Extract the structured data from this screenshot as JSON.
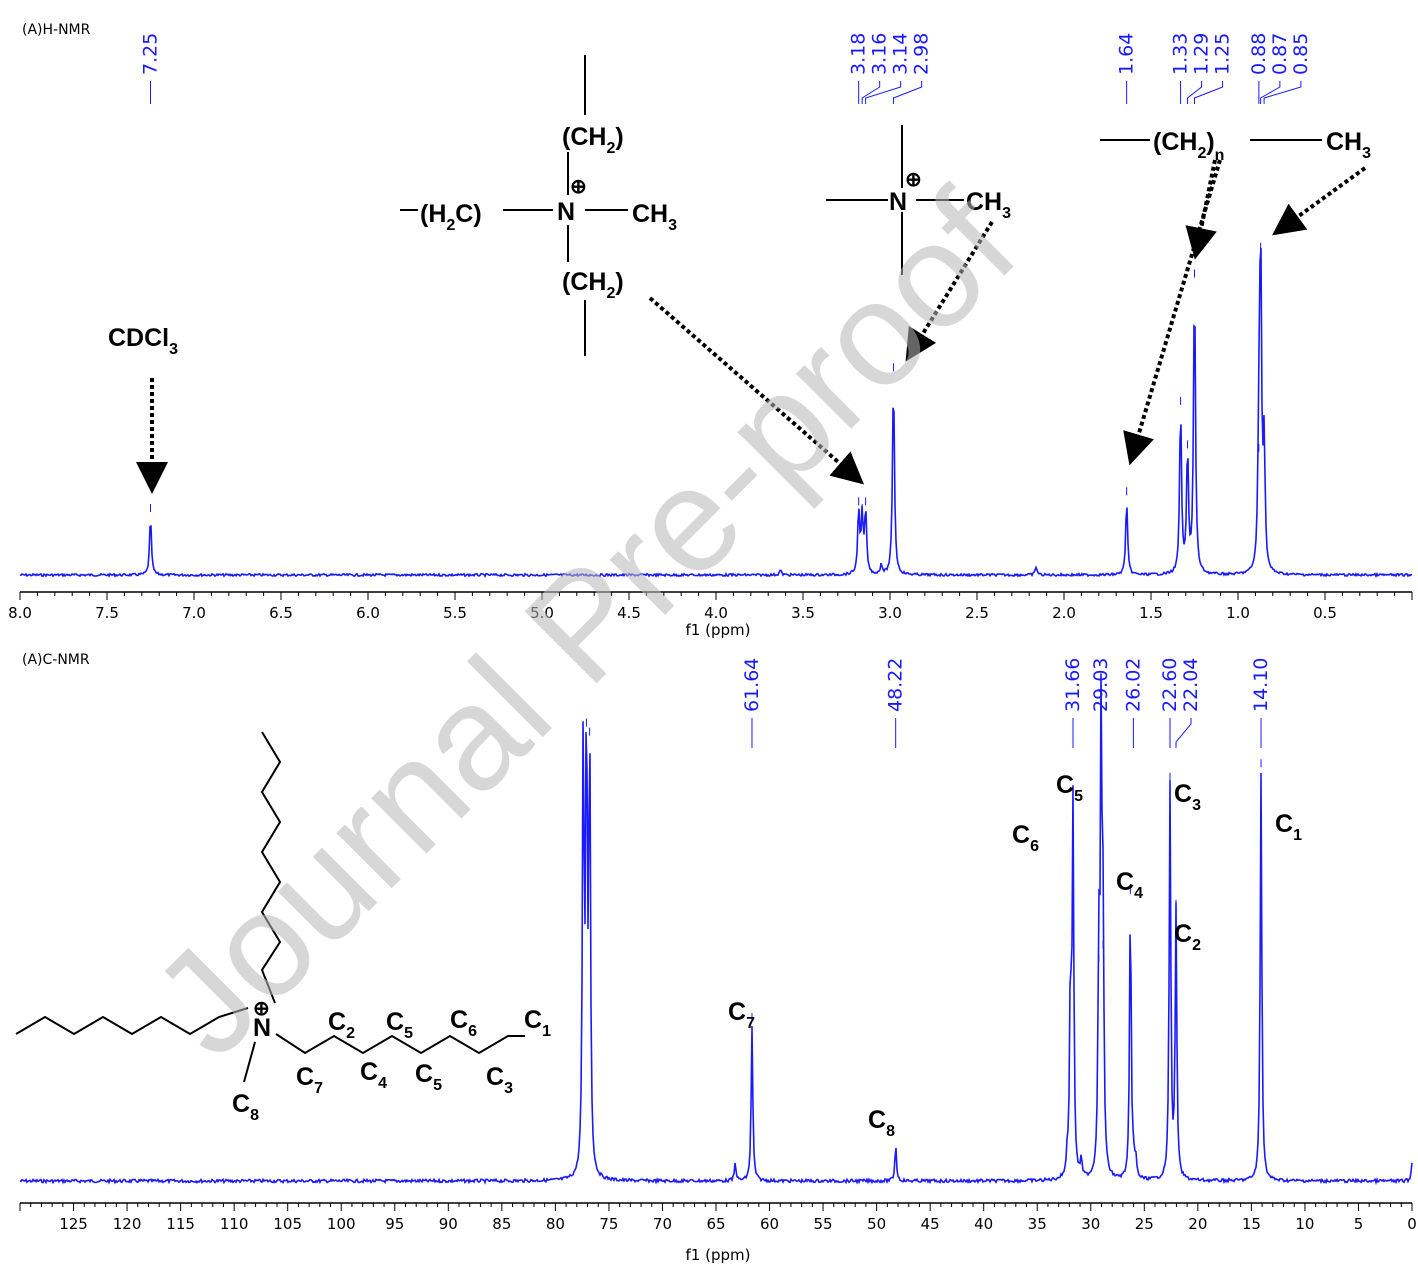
{
  "chart_data": [
    {
      "type": "line",
      "panel_label": "(A)H-NMR",
      "xlabel": "f1 (ppm)",
      "x_reversed": true,
      "xlim": [
        8.0,
        0.0
      ],
      "x_ticks": [
        "8.0",
        "7.5",
        "7.0",
        "6.5",
        "6.0",
        "5.5",
        "5.0",
        "4.5",
        "4.0",
        "3.5",
        "3.0",
        "2.5",
        "2.0",
        "1.5",
        "1.0",
        "0.5"
      ],
      "peaks": [
        {
          "x": 7.25,
          "height": 0.17
        },
        {
          "x": 3.63,
          "height": 0.015
        },
        {
          "x": 3.18,
          "height": 0.19
        },
        {
          "x": 3.16,
          "height": 0.17
        },
        {
          "x": 3.14,
          "height": 0.19
        },
        {
          "x": 3.05,
          "height": 0.03
        },
        {
          "x": 2.98,
          "height": 0.59
        },
        {
          "x": 2.16,
          "height": 0.025
        },
        {
          "x": 1.64,
          "height": 0.22
        },
        {
          "x": 1.33,
          "height": 0.49
        },
        {
          "x": 1.29,
          "height": 0.36
        },
        {
          "x": 1.25,
          "height": 0.87
        },
        {
          "x": 0.88,
          "height": 0.35
        },
        {
          "x": 0.87,
          "height": 0.95
        },
        {
          "x": 0.85,
          "height": 0.37
        }
      ],
      "peak_labels": [
        {
          "text": "7.25",
          "x": 7.25
        },
        {
          "text": "3.18",
          "x": 3.18
        },
        {
          "text": "3.16",
          "x": 3.16
        },
        {
          "text": "3.14",
          "x": 3.14
        },
        {
          "text": "2.98",
          "x": 2.98
        },
        {
          "text": "1.64",
          "x": 1.64
        },
        {
          "text": "1.33",
          "x": 1.33
        },
        {
          "text": "1.29",
          "x": 1.29
        },
        {
          "text": "1.25",
          "x": 1.25
        },
        {
          "text": "0.88",
          "x": 0.88
        },
        {
          "text": "0.87",
          "x": 0.87
        },
        {
          "text": "0.85",
          "x": 0.85
        }
      ],
      "annotations": {
        "solvent": "CDCl",
        "solvent_sub": "3",
        "struct1": {
          "ch2": "(CH",
          "sub2": "2",
          "close": ")",
          "h2c_open": "(H",
          "h2c_sub": "2",
          "h2c_close": "C)",
          "n": "N",
          "ch3": "CH",
          "sub3": "3",
          "plus": "⊕"
        },
        "struct2": {
          "n": "N",
          "ch3": "CH",
          "sub3": "3",
          "plus": "⊕"
        },
        "chain": {
          "ch2": "(CH",
          "sub2": "2",
          "close": ")",
          "subn": "n",
          "ch3": "CH",
          "sub3": "3"
        }
      }
    },
    {
      "type": "line",
      "panel_label": "(A)C-NMR",
      "xlabel": "f1 (ppm)",
      "x_reversed": true,
      "xlim": [
        130,
        0
      ],
      "x_ticks": [
        "125",
        "120",
        "115",
        "110",
        "105",
        "100",
        "95",
        "90",
        "85",
        "80",
        "75",
        "70",
        "65",
        "60",
        "55",
        "50",
        "45",
        "40",
        "35",
        "30",
        "25",
        "20",
        "15",
        "10",
        "5",
        "0"
      ],
      "peaks": [
        {
          "x": 77.4,
          "height": 0.97
        },
        {
          "x": 77.1,
          "height": 0.99
        },
        {
          "x": 76.8,
          "height": 0.97
        },
        {
          "x": 63.2,
          "height": 0.04
        },
        {
          "x": 61.64,
          "height": 0.34
        },
        {
          "x": 48.22,
          "height": 0.08
        },
        {
          "x": 32.2,
          "height": 0.04
        },
        {
          "x": 31.9,
          "height": 0.42
        },
        {
          "x": 31.66,
          "height": 0.82
        },
        {
          "x": 30.9,
          "height": 0.04
        },
        {
          "x": 29.25,
          "height": 0.47
        },
        {
          "x": 29.03,
          "height": 0.98
        },
        {
          "x": 28.85,
          "height": 0.5
        },
        {
          "x": 26.3,
          "height": 0.62
        },
        {
          "x": 26.02,
          "height": 0.04
        },
        {
          "x": 25.8,
          "height": 0.04
        },
        {
          "x": 22.6,
          "height": 0.87
        },
        {
          "x": 22.04,
          "height": 0.59
        },
        {
          "x": 14.1,
          "height": 0.9
        },
        {
          "x": 0.0,
          "height": 0.04
        }
      ],
      "peak_labels": [
        {
          "text": "61.64",
          "x": 61.64
        },
        {
          "text": "48.22",
          "x": 48.22
        },
        {
          "text": "31.66",
          "x": 31.66
        },
        {
          "text": "29.03",
          "x": 29.03
        },
        {
          "text": "26.02",
          "x": 26.02
        },
        {
          "text": "22.60",
          "x": 22.6
        },
        {
          "text": "22.04",
          "x": 22.04
        },
        {
          "text": "14.10",
          "x": 14.1
        }
      ],
      "carbon_labels": [
        {
          "c": "C",
          "n": "7"
        },
        {
          "c": "C",
          "n": "8"
        },
        {
          "c": "C",
          "n": "6"
        },
        {
          "c": "C",
          "n": "5"
        },
        {
          "c": "C",
          "n": "4"
        },
        {
          "c": "C",
          "n": "3"
        },
        {
          "c": "C",
          "n": "2"
        },
        {
          "c": "C",
          "n": "1"
        }
      ],
      "structure_labels": [
        {
          "c": "C",
          "n": "2"
        },
        {
          "c": "C",
          "n": "5"
        },
        {
          "c": "C",
          "n": "6"
        },
        {
          "c": "C",
          "n": "1"
        },
        {
          "c": "C",
          "n": "7"
        },
        {
          "c": "C",
          "n": "4"
        },
        {
          "c": "C",
          "n": "5"
        },
        {
          "c": "C",
          "n": "3"
        },
        {
          "c": "C",
          "n": "8"
        }
      ],
      "structure_n": "N",
      "structure_plus": "⊕"
    }
  ],
  "watermark": "Journal Pre-proof",
  "colors": {
    "spectrum": "#1a1aff",
    "text": "#000000",
    "watermark": "#b8b8b8"
  }
}
